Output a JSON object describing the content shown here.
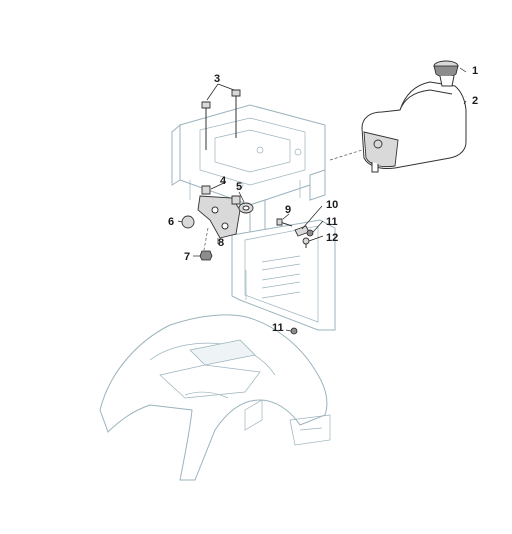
{
  "callouts": [
    {
      "id": "1",
      "label": "1"
    },
    {
      "id": "2",
      "label": "2"
    },
    {
      "id": "3",
      "label": "3"
    },
    {
      "id": "4",
      "label": "4"
    },
    {
      "id": "5",
      "label": "5"
    },
    {
      "id": "6",
      "label": "6"
    },
    {
      "id": "7",
      "label": "7"
    },
    {
      "id": "8",
      "label": "8"
    },
    {
      "id": "9",
      "label": "9"
    },
    {
      "id": "10",
      "label": "10"
    },
    {
      "id": "11a",
      "label": "11"
    },
    {
      "id": "12",
      "label": "12"
    },
    {
      "id": "11b",
      "label": "11"
    }
  ],
  "colors": {
    "ghost_outline": "#9bb3bd",
    "part_outline": "#333333",
    "callout_text": "#1a1a1a"
  }
}
